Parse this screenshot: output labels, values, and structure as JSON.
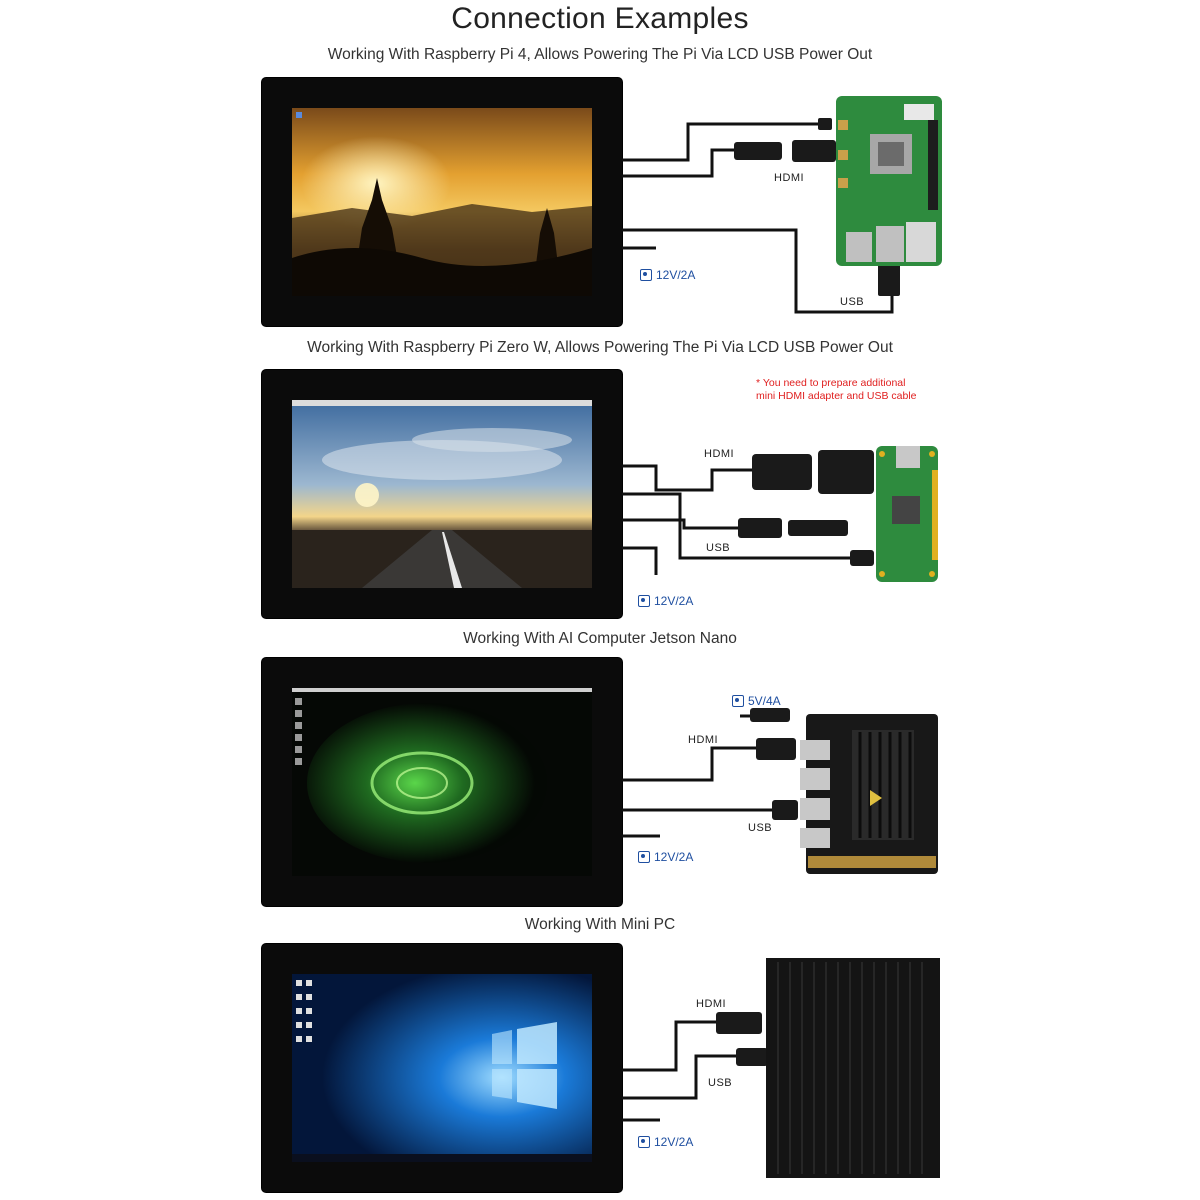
{
  "title": "Connection Examples",
  "sections": [
    {
      "caption": "Working With Raspberry Pi 4, Allows Powering The Pi Via LCD USB Power Out",
      "labels": {
        "hdmi": "HDMI",
        "usb": "USB",
        "power": "12V/2A"
      },
      "device": "raspberry-pi-4"
    },
    {
      "caption": "Working With Raspberry Pi Zero W, Allows Powering The Pi Via LCD USB Power Out",
      "note_line1": "* You need to prepare additional",
      "note_line2": "mini HDMI adapter and USB cable",
      "labels": {
        "hdmi": "HDMI",
        "usb": "USB",
        "power": "12V/2A"
      },
      "device": "raspberry-pi-zero-w"
    },
    {
      "caption": "Working With AI Computer Jetson Nano",
      "labels": {
        "hdmi": "HDMI",
        "usb": "USB",
        "power": "12V/2A",
        "device_power": "5V/4A"
      },
      "device": "jetson-nano"
    },
    {
      "caption": "Working With Mini PC",
      "labels": {
        "hdmi": "HDMI",
        "usb": "USB",
        "power": "12V/2A"
      },
      "device": "mini-pc"
    }
  ],
  "colors": {
    "power_label": "#1f4fa0",
    "note": "#e02020",
    "panel": "#0b0b0b",
    "pcb_green": "#2e8b3e"
  }
}
